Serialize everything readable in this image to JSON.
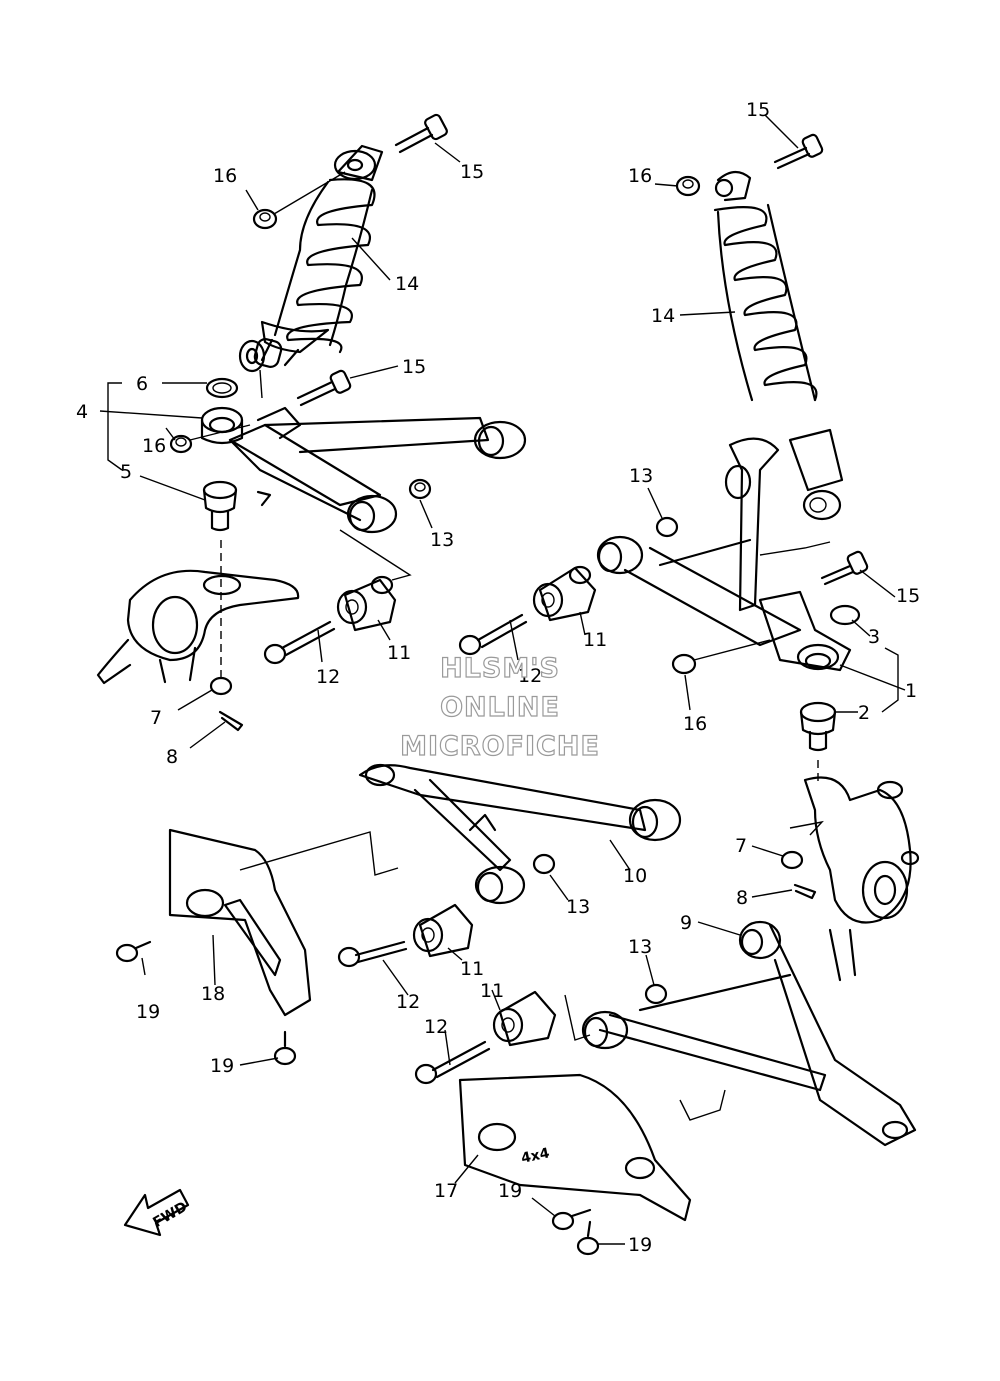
{
  "watermark": {
    "line1": "HLSM'S",
    "line2": "ONLINE",
    "line3": "MICROFICHE"
  },
  "fwd_label": "FWD",
  "decal_text": "4x4",
  "callouts": {
    "top_left": [
      "15",
      "16",
      "14",
      "6",
      "15",
      "4",
      "16",
      "5",
      "13",
      "11",
      "12",
      "7",
      "8"
    ],
    "top_right": [
      "15",
      "16",
      "14",
      "13",
      "15",
      "3",
      "11",
      "12",
      "1",
      "16",
      "2"
    ],
    "bottom": [
      "10",
      "13",
      "7",
      "8",
      "9",
      "11",
      "12",
      "19",
      "18",
      "13",
      "11",
      "12",
      "19",
      "17",
      "19",
      "19"
    ]
  }
}
